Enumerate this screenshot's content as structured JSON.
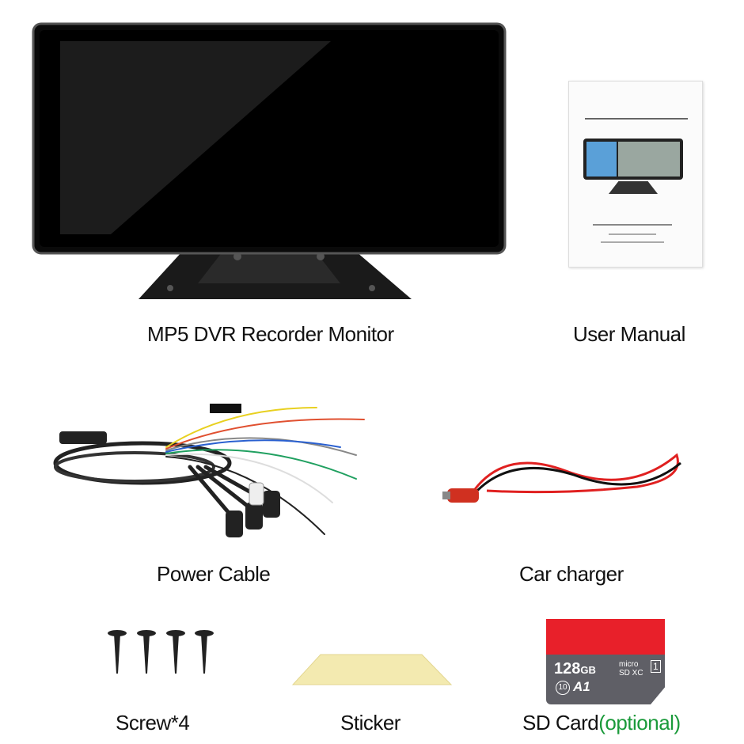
{
  "items": [
    {
      "label": "MP5 DVR Recorder Monitor",
      "icon": "monitor"
    },
    {
      "label": "User Manual",
      "icon": "manual"
    },
    {
      "label": "Power Cable",
      "icon": "power-cable"
    },
    {
      "label": "Car charger",
      "icon": "car-charger"
    },
    {
      "label": "Screw*4",
      "icon": "screw"
    },
    {
      "label": "Sticker",
      "icon": "sticker"
    },
    {
      "label": "SD Card",
      "label_suffix_open": "(",
      "label_optional": "optional",
      "label_suffix_close": ")",
      "icon": "sd-card"
    }
  ],
  "sd_card": {
    "capacity": "128",
    "unit": "GB",
    "brand": "micro SD XC",
    "speed_class": "10",
    "app_class": "A1",
    "uhs": "1"
  },
  "colors": {
    "optional": "#1a9a3a",
    "sd_red": "#e8202a",
    "sd_gray": "#5f5f66",
    "cable_red": "#e02020",
    "sticker": "#f3eab0"
  }
}
